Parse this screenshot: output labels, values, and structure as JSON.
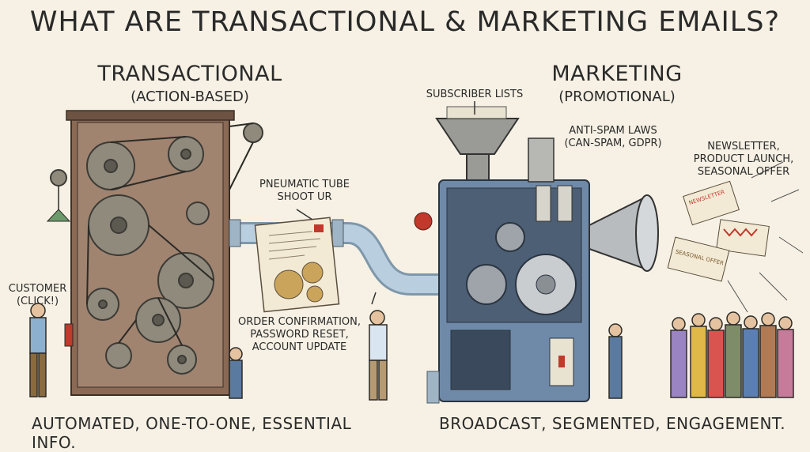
{
  "title": "WHAT ARE TRANSACTIONAL & MARKETING EMAILS?",
  "transactional": {
    "heading": "TRANSACTIONAL",
    "subheading": "(ACTION-BASED)",
    "customer_label": [
      "CUSTOMER",
      "(CLICK!)"
    ],
    "tube_label": [
      "PNEUMATIC TUBE",
      "SHOOT UR"
    ],
    "email_types": [
      "ORDER CONFIRMATION,",
      "PASSWORD RESET,",
      "ACCOUNT UPDATE"
    ],
    "footer": "AUTOMATED, ONE-TO-ONE, ESSENTIAL INFO."
  },
  "marketing": {
    "heading": "MARKETING",
    "subheading": "(PROMOTIONAL)",
    "subscriber_label": "SUBSCRIBER LISTS",
    "law_label": [
      "ANTI-SPAM LAWS",
      "(CAN-SPAM, GDPR)"
    ],
    "campaign_label": [
      "NEWSLETTER,",
      "PRODUCT LAUNCH,",
      "SEASONAL OFFER"
    ],
    "flyer_newsletter": "NEWSLETTER",
    "flyer_seasonal": "SEASONAL OFFER",
    "footer": "BROADCAST, SEGMENTED, ENGAGEMENT."
  },
  "colors": {
    "background": "#f6f1e4",
    "machine_wood": "#8a6a55",
    "gear": "#8f8a7c",
    "marketing_machine": "#6f8aa8",
    "tube": "#b9cfe0",
    "flyer_red": "#c0392b"
  }
}
